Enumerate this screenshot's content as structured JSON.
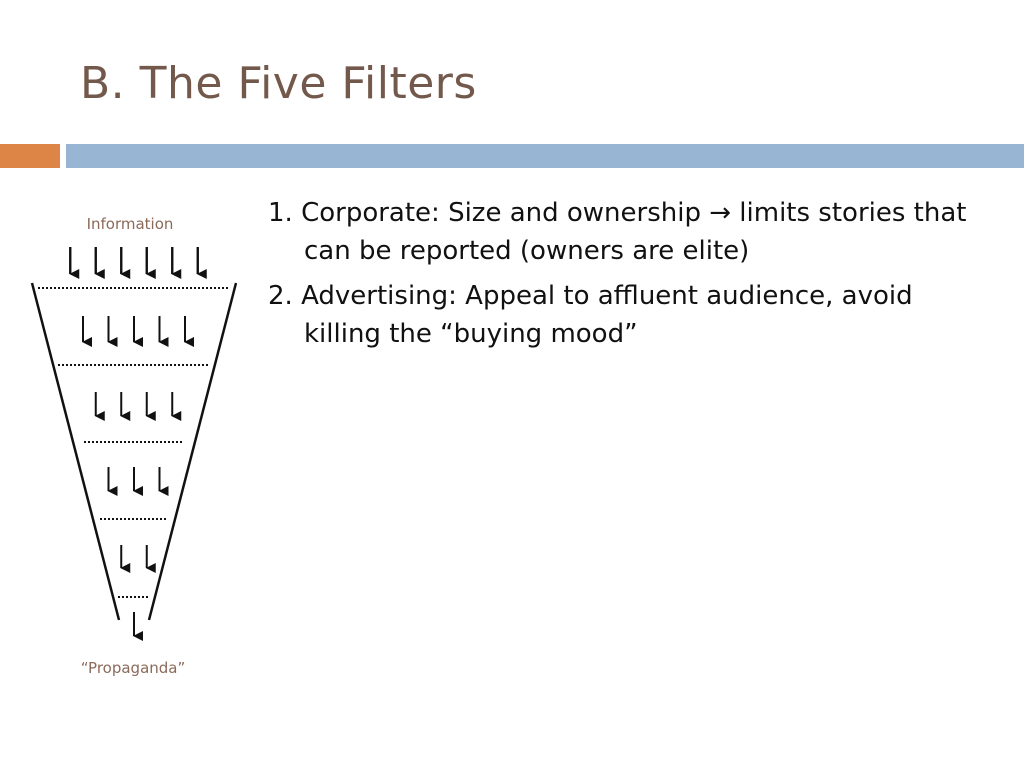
{
  "slide": {
    "title": "B. The Five Filters"
  },
  "colors": {
    "title": "#73594c",
    "accent_orange": "#dd8546",
    "accent_blue": "#98b6d3",
    "funnel_label": "#8c6a5a",
    "ink": "#111111"
  },
  "diagram": {
    "top_label": "Information",
    "bottom_label": "“Propaganda”",
    "levels": [
      {
        "arrow_count": 6
      },
      {
        "arrow_count": 5
      },
      {
        "arrow_count": 4
      },
      {
        "arrow_count": 3
      },
      {
        "arrow_count": 2
      },
      {
        "arrow_count": 1
      }
    ]
  },
  "bullets": [
    {
      "text": "1. Corporate: Size and ownership → limits stories that can be reported (owners are elite)"
    },
    {
      "text": "2. Advertising: Appeal to affluent audience, avoid killing the “buying mood”"
    }
  ]
}
